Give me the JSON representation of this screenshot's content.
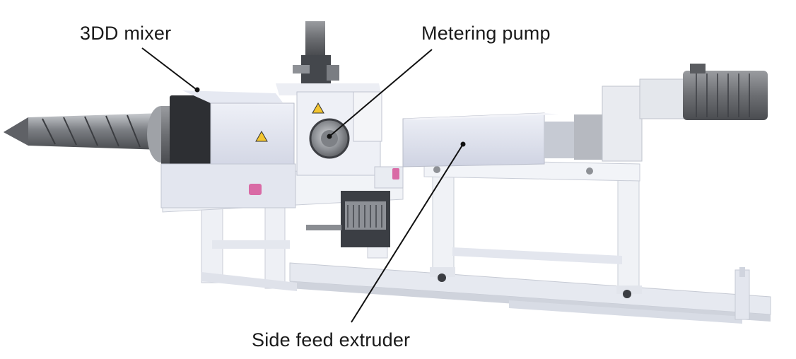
{
  "labels": {
    "mixer": "3DD mixer",
    "pump": "Metering pump",
    "side_feed": "Side feed extruder"
  },
  "colors": {
    "background": "#ffffff",
    "frame": "#e8ecf3",
    "housing": "#dde1ee",
    "steel": "#8a8d92",
    "dark": "#3a3d42",
    "leader_line": "#111111"
  }
}
